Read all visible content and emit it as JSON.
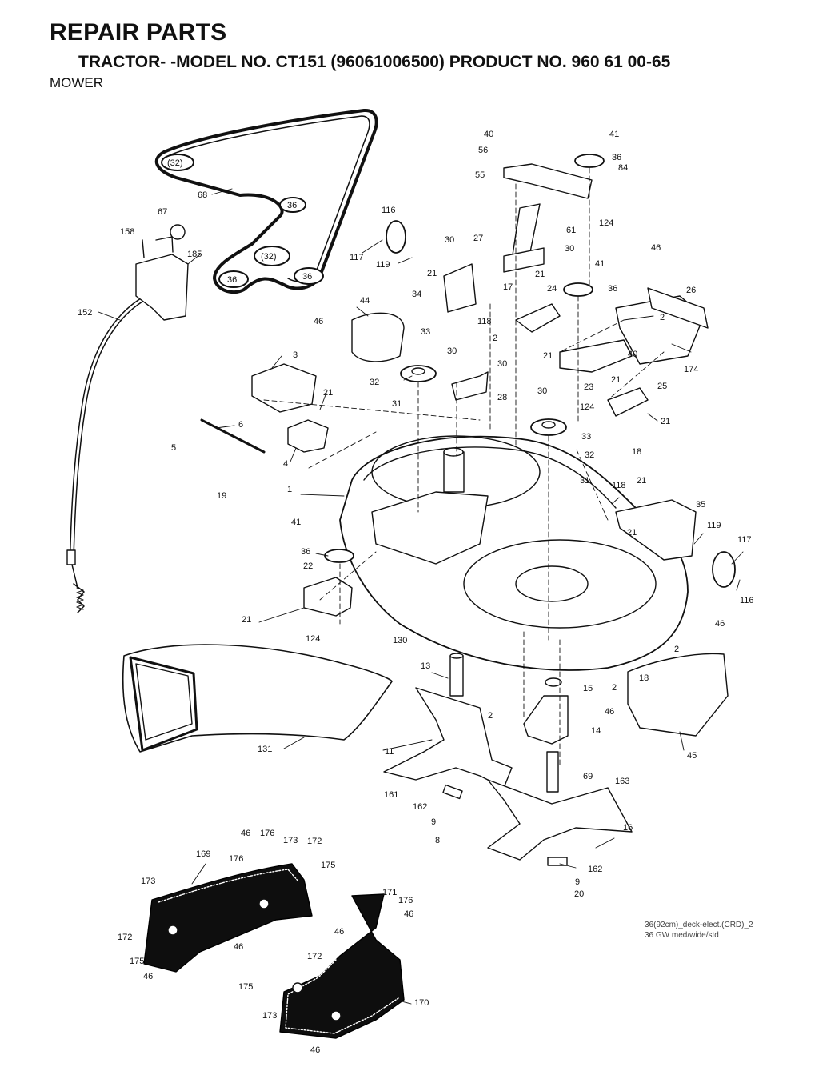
{
  "header": {
    "title": "REPAIR PARTS",
    "subtitle": "TRACTOR- -MODEL NO. CT151 (96061006500) PRODUCT NO. 960 61 00-65",
    "section": "MOWER"
  },
  "footnote": {
    "line1": "36(92cm)_deck-elect.(CRD)_2",
    "line2": "36 GW med/wide/std"
  },
  "part_labels": [
    {
      "id": "l40",
      "text": "40"
    },
    {
      "id": "l41a",
      "text": "41"
    },
    {
      "id": "l56",
      "text": "56"
    },
    {
      "id": "l36a",
      "text": "36"
    },
    {
      "id": "l84",
      "text": "84"
    },
    {
      "id": "l55",
      "text": "55"
    },
    {
      "id": "l124a",
      "text": "124"
    },
    {
      "id": "l61",
      "text": "61"
    },
    {
      "id": "l116a",
      "text": "116"
    },
    {
      "id": "l67",
      "text": "67"
    },
    {
      "id": "l158",
      "text": "158"
    },
    {
      "id": "l185",
      "text": "185"
    },
    {
      "id": "l68",
      "text": "68"
    },
    {
      "id": "l30a",
      "text": "30"
    },
    {
      "id": "l27",
      "text": "27"
    },
    {
      "id": "l30b",
      "text": "30"
    },
    {
      "id": "l46a",
      "text": "46"
    },
    {
      "id": "l117a",
      "text": "117"
    },
    {
      "id": "l119a",
      "text": "119"
    },
    {
      "id": "l41b",
      "text": "41"
    },
    {
      "id": "l21a",
      "text": "21"
    },
    {
      "id": "l21b",
      "text": "21"
    },
    {
      "id": "l17",
      "text": "17"
    },
    {
      "id": "l24",
      "text": "24"
    },
    {
      "id": "l36b",
      "text": "36"
    },
    {
      "id": "l26",
      "text": "26"
    },
    {
      "id": "l34",
      "text": "34"
    },
    {
      "id": "l152",
      "text": "152"
    },
    {
      "id": "l46b",
      "text": "46"
    },
    {
      "id": "l44",
      "text": "44"
    },
    {
      "id": "l118a",
      "text": "118"
    },
    {
      "id": "l2a",
      "text": "2"
    },
    {
      "id": "l33a",
      "text": "33"
    },
    {
      "id": "l2b",
      "text": "2"
    },
    {
      "id": "l30c",
      "text": "30"
    },
    {
      "id": "l30d",
      "text": "30"
    },
    {
      "id": "l21c",
      "text": "21"
    },
    {
      "id": "l40b",
      "text": "40"
    },
    {
      "id": "l174",
      "text": "174"
    },
    {
      "id": "l3",
      "text": "3"
    },
    {
      "id": "l32a",
      "text": "32"
    },
    {
      "id": "l21d",
      "text": "21"
    },
    {
      "id": "l23",
      "text": "23"
    },
    {
      "id": "l25",
      "text": "25"
    },
    {
      "id": "l21e",
      "text": "21"
    },
    {
      "id": "l31a",
      "text": "31"
    },
    {
      "id": "l28",
      "text": "28"
    },
    {
      "id": "l30e",
      "text": "30"
    },
    {
      "id": "l124b",
      "text": "124"
    },
    {
      "id": "l21f",
      "text": "21"
    },
    {
      "id": "l6",
      "text": "6"
    },
    {
      "id": "l33b",
      "text": "33"
    },
    {
      "id": "l5",
      "text": "5"
    },
    {
      "id": "l4",
      "text": "4"
    },
    {
      "id": "l18a",
      "text": "18"
    },
    {
      "id": "l32b",
      "text": "32"
    },
    {
      "id": "l118b",
      "text": "118"
    },
    {
      "id": "l19",
      "text": "19"
    },
    {
      "id": "l31b",
      "text": "31"
    },
    {
      "id": "l21g",
      "text": "21"
    },
    {
      "id": "l1",
      "text": "1"
    },
    {
      "id": "l35",
      "text": "35"
    },
    {
      "id": "l41c",
      "text": "41"
    },
    {
      "id": "l21h",
      "text": "21"
    },
    {
      "id": "l119b",
      "text": "119"
    },
    {
      "id": "l117b",
      "text": "117"
    },
    {
      "id": "l36c",
      "text": "36"
    },
    {
      "id": "l22",
      "text": "22"
    },
    {
      "id": "l116b",
      "text": "116"
    },
    {
      "id": "l21i",
      "text": "21"
    },
    {
      "id": "l46c",
      "text": "46"
    },
    {
      "id": "l124c",
      "text": "124"
    },
    {
      "id": "l130",
      "text": "130"
    },
    {
      "id": "l2c",
      "text": "2"
    },
    {
      "id": "l13",
      "text": "13"
    },
    {
      "id": "l18b",
      "text": "18"
    },
    {
      "id": "l15",
      "text": "15"
    },
    {
      "id": "l2d",
      "text": "2"
    },
    {
      "id": "l2e",
      "text": "2"
    },
    {
      "id": "l46d",
      "text": "46"
    },
    {
      "id": "l131",
      "text": "131"
    },
    {
      "id": "l14",
      "text": "14"
    },
    {
      "id": "l11",
      "text": "11"
    },
    {
      "id": "l45",
      "text": "45"
    },
    {
      "id": "l69",
      "text": "69"
    },
    {
      "id": "l163",
      "text": "163"
    },
    {
      "id": "l161",
      "text": "161"
    },
    {
      "id": "l162a",
      "text": "162"
    },
    {
      "id": "l9a",
      "text": "9"
    },
    {
      "id": "l16",
      "text": "16"
    },
    {
      "id": "l8",
      "text": "8"
    },
    {
      "id": "l162b",
      "text": "162"
    },
    {
      "id": "l9b",
      "text": "9"
    },
    {
      "id": "l20",
      "text": "20"
    },
    {
      "id": "l46e",
      "text": "46"
    },
    {
      "id": "l176a",
      "text": "176"
    },
    {
      "id": "l173a",
      "text": "173"
    },
    {
      "id": "l172a",
      "text": "172"
    },
    {
      "id": "l169",
      "text": "169"
    },
    {
      "id": "l176b",
      "text": "176"
    },
    {
      "id": "l175a",
      "text": "175"
    },
    {
      "id": "l173b",
      "text": "173"
    },
    {
      "id": "l171",
      "text": "171"
    },
    {
      "id": "l176c",
      "text": "176"
    },
    {
      "id": "l46f",
      "text": "46"
    },
    {
      "id": "l172b",
      "text": "172"
    },
    {
      "id": "l46g",
      "text": "46"
    },
    {
      "id": "l46h",
      "text": "46"
    },
    {
      "id": "l175b",
      "text": "175"
    },
    {
      "id": "l46i",
      "text": "46"
    },
    {
      "id": "l172c",
      "text": "172"
    },
    {
      "id": "l175c",
      "text": "175"
    },
    {
      "id": "l173c",
      "text": "173"
    },
    {
      "id": "l170",
      "text": "170"
    },
    {
      "id": "l46j",
      "text": "46"
    }
  ],
  "pulley_labels": {
    "p1": "(32)",
    "p2": "36",
    "p3": "(32)",
    "p4": "36",
    "p5": "36"
  },
  "cable_marking": "cable_label"
}
